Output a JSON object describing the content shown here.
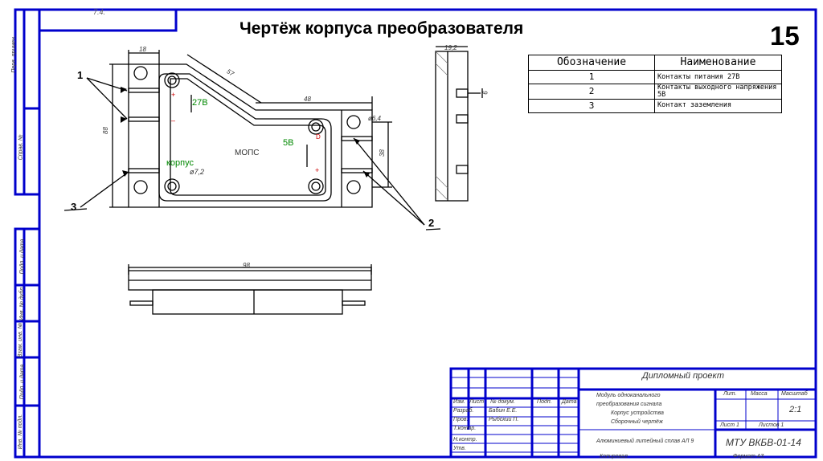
{
  "slide": {
    "title": "Чертёж корпуса преобразователя",
    "page_number": "15",
    "corner_code": "7.4."
  },
  "legend": {
    "headers": [
      "Обозначение",
      "Наименование"
    ],
    "rows": [
      {
        "num": "1",
        "name": "Контакты питания 27В"
      },
      {
        "num": "2",
        "name": "Контакты выходного напряжения 5В"
      },
      {
        "num": "3",
        "name": "Контакт заземления"
      }
    ]
  },
  "drawing": {
    "callouts": [
      "1",
      "2",
      "3"
    ],
    "dims": {
      "d18": "18",
      "d57": "57",
      "d48": "48",
      "d88": "88",
      "d38": "38",
      "d64": "ø6,4",
      "d72": "ø7,2",
      "d192": "19,2",
      "d6": "6",
      "d98": "98"
    },
    "labels": {
      "v27": "27В",
      "v5": "5В",
      "mops": "МОПС",
      "korpus": "корпус",
      "plus1": "+",
      "minus1": "–",
      "plus2": "+",
      "d2": "D"
    }
  },
  "side_stamps": [
    "Перв. примен.",
    "Справ. №",
    "Подп. и дата",
    "Инв. № дубл.",
    "Взам. инв. №",
    "Подп. и дата",
    "Инв. № подл."
  ],
  "stamp": {
    "project": "Дипломный проект",
    "desc": [
      "Модуль одноканального",
      "преобразования сигнала",
      "Корпус устройства",
      "Сборочный чертёж"
    ],
    "material": "Алюминиевый литейный сплав АЛ 9",
    "code": "МТУ ВКБВ-01-14",
    "scale": "2:1",
    "heads": [
      "Изм.",
      "Лист",
      "№ докум.",
      "Подп.",
      "Дата"
    ],
    "roles": [
      "Разраб.",
      "Пров.",
      "Т.контр.",
      "",
      "Н.контр.",
      "Утв."
    ],
    "names": [
      "Бабин Е.Е.",
      "Рыбский П."
    ],
    "col_heads": [
      "Лит.",
      "Масса",
      "Масштаб"
    ],
    "sheet": "Лист 1",
    "sheets": "Листов 1",
    "copied": "Копировал",
    "format": "Формат А3"
  },
  "colors": {
    "frame": "#0000cc",
    "drawing": "#000000",
    "accent_green": "#008800",
    "accent_red": "#cc0000",
    "hatch": "#777777"
  }
}
